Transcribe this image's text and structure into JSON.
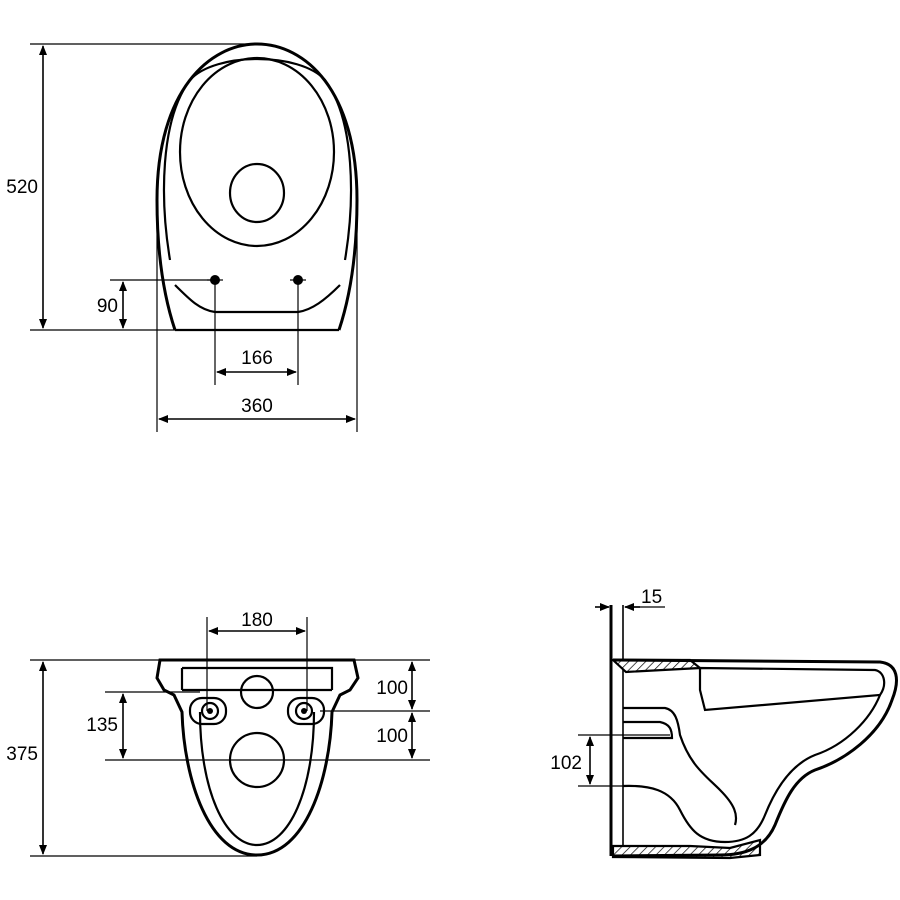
{
  "diagram": {
    "top_view": {
      "depth": "520",
      "hole_height": "90",
      "hole_spacing": "166",
      "width": "360"
    },
    "rear_view": {
      "bolt_spacing": "180",
      "upper_offset": "100",
      "lower_offset": "100",
      "bolt_height": "135",
      "height": "375"
    },
    "side_view": {
      "wall_thickness": "15",
      "outlet_height": "102"
    }
  }
}
